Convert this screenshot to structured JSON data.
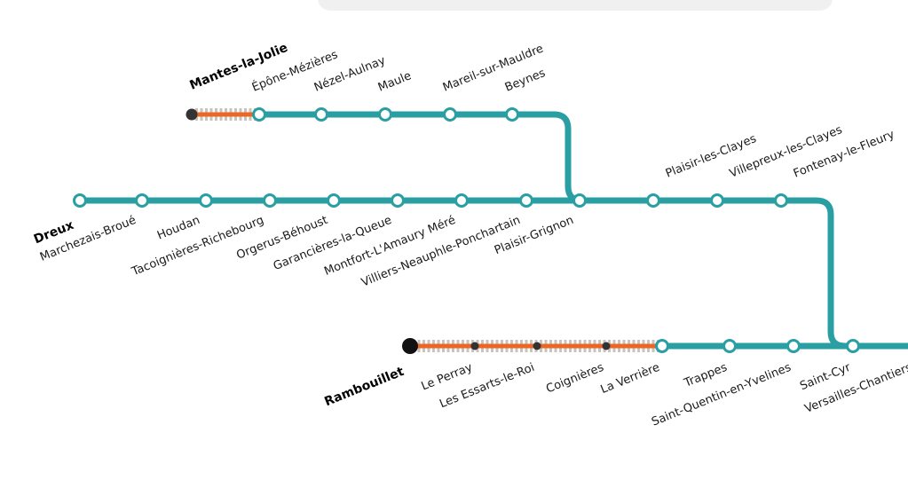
{
  "colors": {
    "line": "#2a9fa3",
    "works": "#ec6726",
    "ballast": "#c7c3bd",
    "closed_dot": "#333333",
    "chip": "#e8622c"
  },
  "branches": {
    "mantes": {
      "terminus": "Mantes-la-Jolie",
      "stations": [
        "Épône-Mézières",
        "Nézel-Aulnay",
        "Maule",
        "Mareil-sur-Mauldre",
        "Beynes"
      ]
    },
    "dreux": {
      "terminus": "Dreux",
      "stations": [
        "Marchezais-Broué",
        "Houdan",
        "Tacoignières-Richebourg",
        "Orgerus-Béhoust",
        "Garancières-la-Queue",
        "Montfort-L'Amaury Méré",
        "Villiers-Neauphle-Ponchartain",
        "Plaisir-Grignon"
      ]
    },
    "trunk": {
      "stations": [
        "Plaisir-les-Clayes",
        "Villepreux-les-Clayes",
        "Fontenay-le-Fleury"
      ]
    },
    "rambouillet": {
      "terminus": "Rambouillet",
      "stations": [
        "Le Perray",
        "Les Essarts-le-Roi",
        "Coignières",
        "La Verrière",
        "Trappes",
        "Saint-Quentin-en-Yvelines",
        "Saint-Cyr",
        "Versailles-Chantiers"
      ]
    }
  }
}
